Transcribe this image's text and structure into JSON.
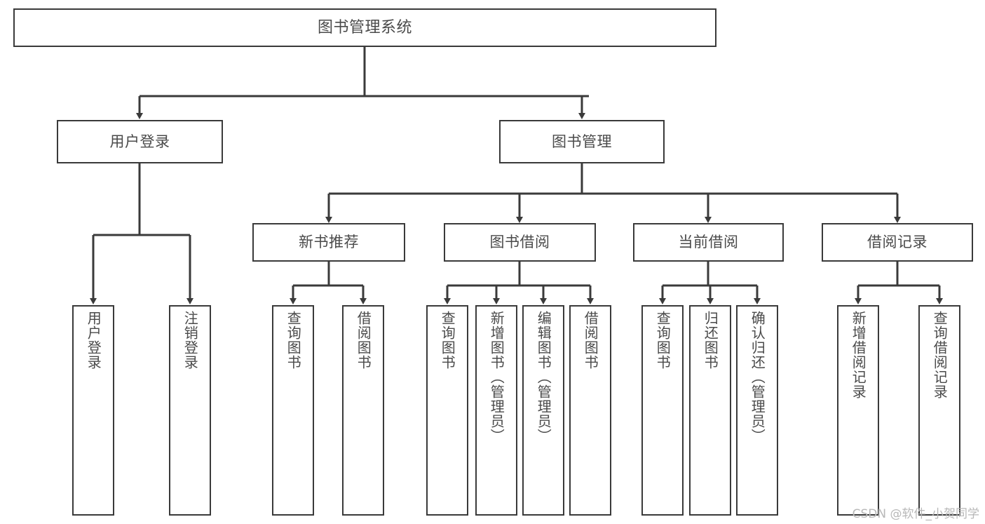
{
  "diagram": {
    "type": "hierarchy-tree",
    "title": "图书管理系统",
    "watermark": "CSDN @软件_小贺同学",
    "colors": {
      "box_border": "#3a3a3a",
      "text": "#4a4a4a",
      "connector": "#3a3a3a",
      "background": "#ffffff",
      "watermark": "#b8b8b8"
    },
    "nodes": {
      "root": {
        "label": "图书管理系统",
        "orientation": "horizontal"
      },
      "level1": [
        {
          "label": "用户登录",
          "orientation": "horizontal"
        },
        {
          "label": "图书管理",
          "orientation": "horizontal"
        }
      ],
      "level2": [
        {
          "label": "新书推荐",
          "orientation": "horizontal"
        },
        {
          "label": "图书借阅",
          "orientation": "horizontal"
        },
        {
          "label": "当前借阅",
          "orientation": "horizontal"
        },
        {
          "label": "借阅记录",
          "orientation": "horizontal"
        }
      ],
      "leaves": {
        "user_login": [
          {
            "label": "用户登录",
            "orientation": "vertical"
          },
          {
            "label": "注销登录",
            "orientation": "vertical"
          }
        ],
        "new_book_recommend": [
          {
            "label": "查询图书",
            "orientation": "vertical"
          },
          {
            "label": "借阅图书",
            "orientation": "vertical"
          }
        ],
        "book_borrow": [
          {
            "label": "查询图书",
            "orientation": "vertical"
          },
          {
            "label": "新增图书（管理员）",
            "orientation": "vertical"
          },
          {
            "label": "编辑图书（管理员）",
            "orientation": "vertical"
          },
          {
            "label": "借阅图书",
            "orientation": "vertical"
          }
        ],
        "current_borrow": [
          {
            "label": "查询图书",
            "orientation": "vertical"
          },
          {
            "label": "归还图书",
            "orientation": "vertical"
          },
          {
            "label": "确认归还（管理员）",
            "orientation": "vertical"
          }
        ],
        "borrow_record": [
          {
            "label": "新增借阅记录",
            "orientation": "vertical"
          },
          {
            "label": "查询借阅记录",
            "orientation": "vertical"
          }
        ]
      }
    }
  }
}
